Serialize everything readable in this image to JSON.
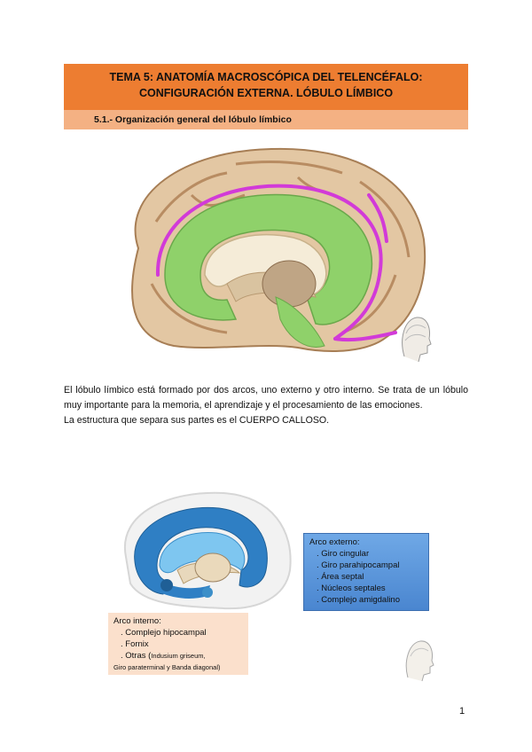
{
  "header": {
    "title_line1": "TEMA 5: ANATOMÍA MACROSCÓPICA DEL TELENCÉFALO:",
    "title_line2": "CONFIGURACIÓN EXTERNA. LÓBULO LÍMBICO",
    "section": "5.1.- Organización general del lóbulo límbico"
  },
  "body": {
    "paragraph1": "El lóbulo límbico está formado por dos arcos, uno externo y otro interno. Se trata de un lóbulo muy importante para la memoria, el aprendizaje y el procesamiento de las emociones.",
    "paragraph2": "La estructura que separa sus partes es el CUERPO CALLOSO."
  },
  "arco_externo": {
    "title": "Arco externo:",
    "items": [
      ". Giro cingular",
      ". Giro parahipocampal",
      ". Área septal",
      ". Núcleos septales",
      ". Complejo amigdalino"
    ]
  },
  "arco_interno": {
    "title": "Arco interno:",
    "items": [
      ". Complejo hipocampal",
      ". Fornix"
    ],
    "otras_label": ". Otras (",
    "otras_small": "Indusium griseum,",
    "otras_line2": "Giro paraterminal y Banda diagonal",
    "otras_close": ")"
  },
  "colors": {
    "title_band": "#ed7d31",
    "sub_band": "#f4b183",
    "limbic_green": "#8fd16a",
    "boundary_magenta": "#d23ad8",
    "arc_blue": "#2f7fc4"
  },
  "footer": {
    "page_number": "1"
  }
}
